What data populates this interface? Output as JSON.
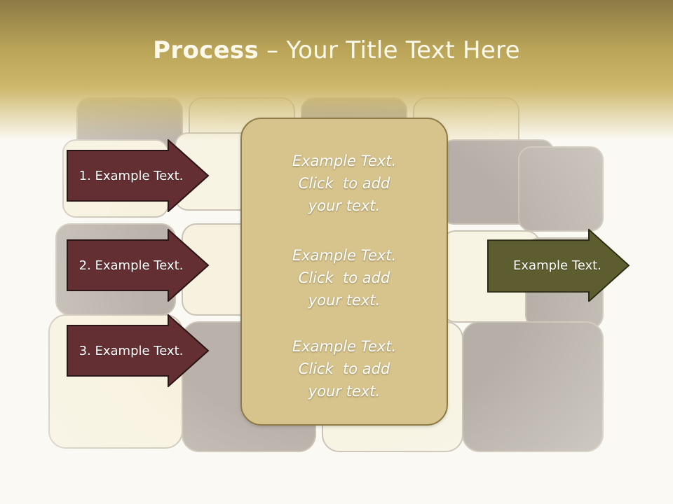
{
  "slide": {
    "title_strong": "Process",
    "title_rest": " – Your Title Text Here",
    "steps": [
      {
        "label": "1. Example Text."
      },
      {
        "label": "2. Example Text."
      },
      {
        "label": "3. Example Text."
      }
    ],
    "center_blocks": [
      {
        "line1": "Example Text.",
        "line2": "Click  to add",
        "line3": "your text."
      },
      {
        "line1": "Example Text.",
        "line2": "Click  to add",
        "line3": "your text."
      },
      {
        "line1": "Example Text.",
        "line2": "Click  to add",
        "line3": "your text."
      }
    ],
    "result": {
      "label": "Example Text."
    }
  },
  "colors": {
    "header": "#b9a458",
    "step_arrow": "#632f32",
    "center_box": "#d7c48c",
    "result_arrow": "#5d5d2f",
    "background": "#fbf9f3"
  }
}
